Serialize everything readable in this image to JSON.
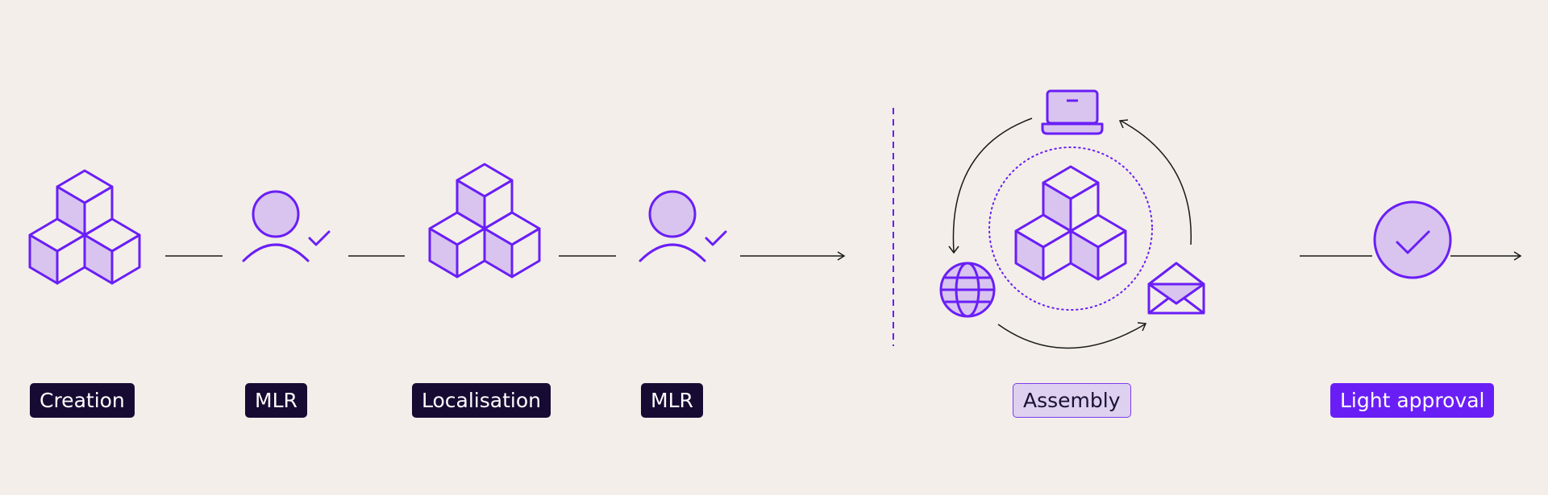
{
  "colors": {
    "background": "#f3eee9",
    "primary": "#6a1ef6",
    "fill": "#d8c4ef",
    "line": "#1a1a1a",
    "label_dark": "#170a33",
    "label_outline_bg": "#ddd1ef"
  },
  "steps": [
    {
      "icon": "cubes-icon",
      "label": "Creation"
    },
    {
      "icon": "user-check-icon",
      "label": "MLR"
    },
    {
      "icon": "cubes-icon",
      "label": "Localisation"
    },
    {
      "icon": "user-check-icon",
      "label": "MLR"
    },
    {
      "icon": "assembly-cycle-icon",
      "label": "Assembly",
      "cycle_icons": [
        "laptop-icon",
        "globe-icon",
        "envelope-icon",
        "cubes-icon"
      ]
    },
    {
      "icon": "check-circle-icon",
      "label": "Light approval"
    }
  ]
}
